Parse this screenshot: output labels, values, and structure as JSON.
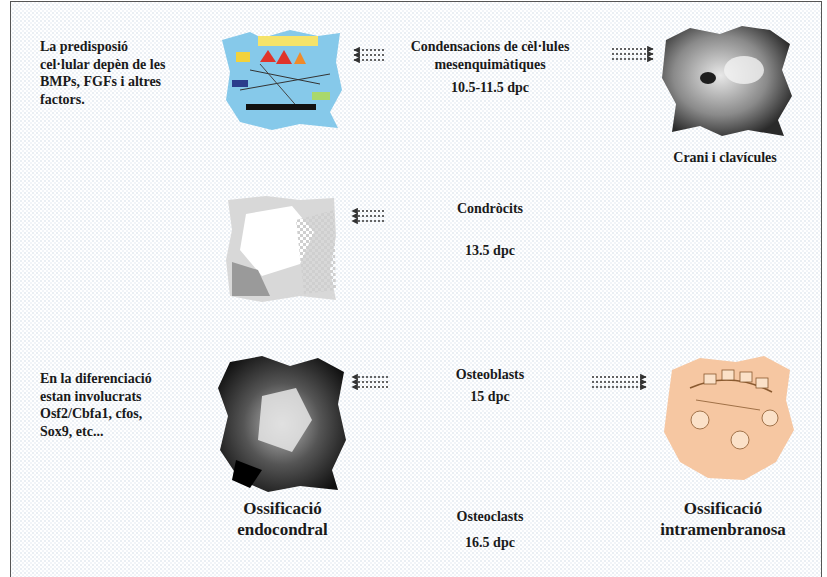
{
  "diagram": {
    "nodes": [
      {
        "text": [
          "Condensacions de cèl·lules mesenquimàtiques",
          "10.5-11.5 dpc"
        ]
      },
      {
        "text": [
          "Crani i clavícules"
        ]
      },
      {
        "text": [
          "Condròcits",
          "13.5 dpc"
        ]
      },
      {
        "text": [
          "Osteoblasts",
          "15 dpc"
        ]
      },
      {
        "text": [
          "Ossificació endocondral"
        ]
      },
      {
        "text": [
          "Ossificació intramenbranosa"
        ]
      }
    ],
    "edges": [
      {
        "from": 0,
        "to": 1,
        "arrow": "to"
      },
      {
        "from": 3,
        "to": 4,
        "arrow": "to"
      },
      {
        "from": 3,
        "to": 5,
        "arrow": "to"
      }
    ],
    "labels": [
      "La predisposió cel·lular depèn de les BMPs, FGFs i altres factors.",
      "En la diferenciació estan involucrats Osf2/Cbfa1, cfos, Sox9, etc...",
      "Osteoclasts",
      "16.5 dpc"
    ]
  }
}
